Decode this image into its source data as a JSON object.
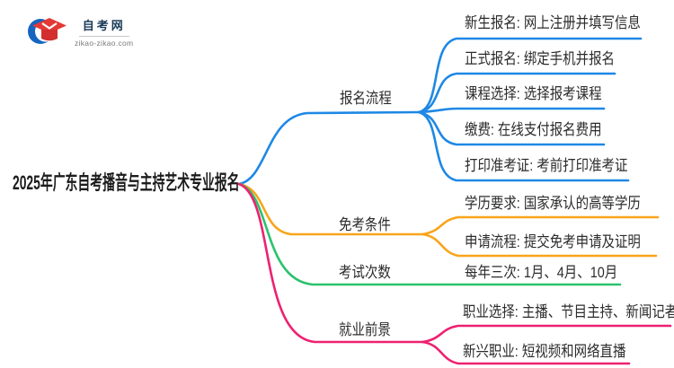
{
  "logo": {
    "site_name": "自考网",
    "site_url": "zikao-zikao.com"
  },
  "root_title": "2025年广东自考播音与主持艺术专业报名",
  "branches": [
    {
      "label": "报名流程",
      "color": "#1E88E5",
      "children": [
        "新生报名: 网上注册并填写信息",
        "正式报名: 绑定手机并报名",
        "课程选择: 选择报考课程",
        "缴费: 在线支付报名费用",
        "打印准考证: 考前打印准考证"
      ]
    },
    {
      "label": "免考条件",
      "color": "#F9A41B",
      "children": [
        "学历要求: 国家承认的高等学历",
        "申请流程: 提交免考申请及证明"
      ]
    },
    {
      "label": "考试次数",
      "color": "#2BC26E",
      "children": [
        "每年三次: 1月、4月、10月"
      ]
    },
    {
      "label": "就业前景",
      "color": "#EE2071",
      "children": [
        "职业选择: 主播、节目主持、新闻记者",
        "新兴职业: 短视频和网络直播"
      ]
    }
  ]
}
